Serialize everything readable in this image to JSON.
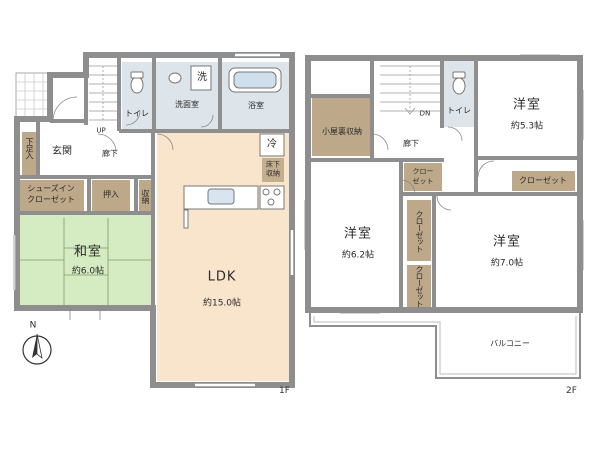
{
  "floor1": {
    "label": "1F",
    "rooms": {
      "ldk": {
        "name": "LDK",
        "area": "約15.0帖"
      },
      "washitsu": {
        "name": "和室",
        "area": "約6.0帖"
      },
      "genkan": {
        "name": "玄関"
      },
      "senmenjo": {
        "name": "洗面室"
      },
      "yokushitsu": {
        "name": "浴室"
      },
      "toilet": {
        "name": "トイレ"
      },
      "rouka": {
        "name": "廊下"
      },
      "shoes_closet": {
        "line1": "シューズイン",
        "line2": "クローゼット"
      },
      "oshiire": {
        "name": "押入"
      },
      "shuno": {
        "name": "収納"
      },
      "getabako": {
        "name": "下足入"
      },
      "sen": {
        "name": "洗"
      },
      "rei": {
        "name": "冷"
      },
      "yukashita": {
        "line1": "床下",
        "line2": "収納"
      },
      "up": {
        "name": "UP"
      }
    }
  },
  "floor2": {
    "label": "2F",
    "rooms": {
      "youshitsu_a": {
        "name": "洋室",
        "area": "約5.3帖"
      },
      "youshitsu_b": {
        "name": "洋室",
        "area": "約6.2帖"
      },
      "youshitsu_c": {
        "name": "洋室",
        "area": "約7.0帖"
      },
      "koyaura": {
        "name": "小屋裏収納"
      },
      "rouka": {
        "name": "廊下"
      },
      "toilet": {
        "name": "トイレ"
      },
      "closet_h1": {
        "line1": "クロー",
        "line2": "ゼット"
      },
      "closet_h2": {
        "name": "クローゼット"
      },
      "closet_v1": {
        "name": "クローゼット"
      },
      "closet_v2": {
        "name": "クローゼット"
      },
      "balcony": {
        "name": "バルコニー"
      },
      "dn": {
        "name": "DN"
      }
    }
  },
  "compass": {
    "label": "N"
  },
  "colors": {
    "wall": "#8e8e8e",
    "ldk": "#f9e4cc",
    "washitsu": "#d5ebc1",
    "storage": "#bda98a",
    "wet": "#dde4ea",
    "floor": "#ffffff"
  }
}
